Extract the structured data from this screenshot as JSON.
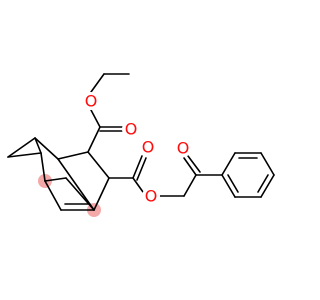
{
  "colors": {
    "bond": "#000000",
    "oxygen": "#ff0d0d",
    "highlight": "#f4a8a8",
    "background": "#ffffff"
  },
  "molecule": {
    "atoms": [
      {
        "id": "o_ether_ethyl",
        "symbol": "O",
        "label": "O"
      },
      {
        "id": "o_carbonyl_ethyl",
        "symbol": "O",
        "label": "O"
      },
      {
        "id": "o_carbonyl_ketone",
        "symbol": "O",
        "label": "O"
      },
      {
        "id": "o_carbonyl_ester2",
        "symbol": "O",
        "label": "O"
      },
      {
        "id": "o_ether_ester2",
        "symbol": "O",
        "label": "O"
      }
    ],
    "highlighted_atoms": [
      "bridgehead-left",
      "bridgehead-right"
    ]
  }
}
